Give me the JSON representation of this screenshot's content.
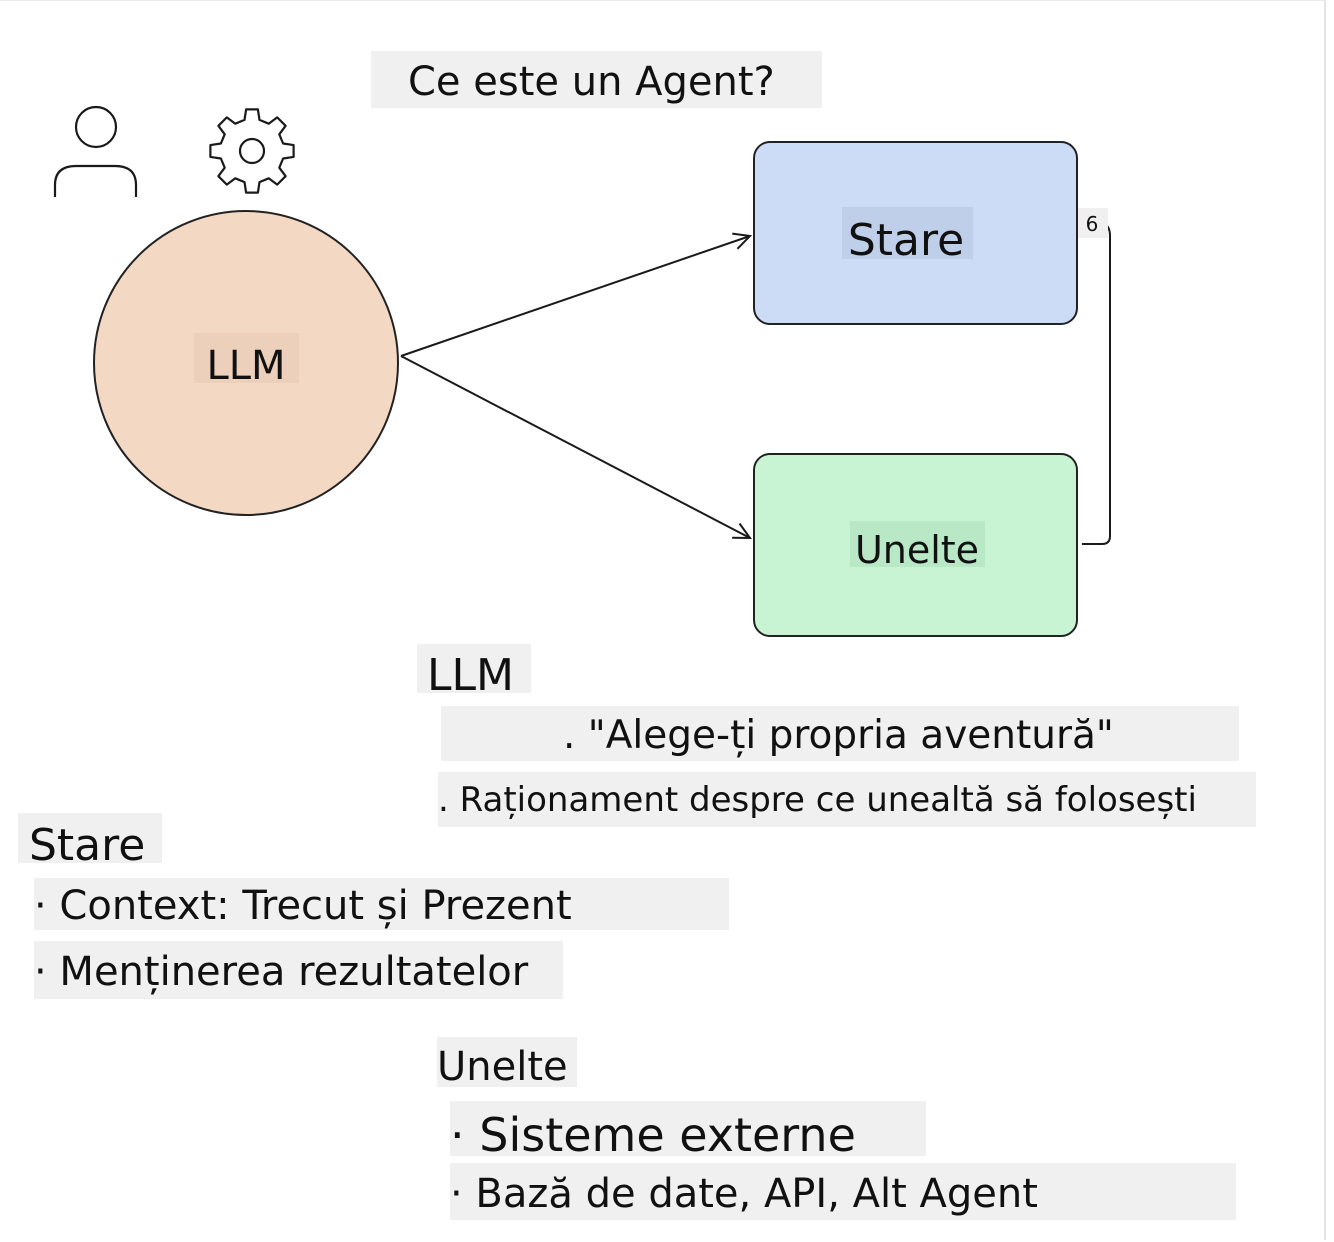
{
  "title": "Ce este un Agent?",
  "nodes": {
    "llm": {
      "label": "LLM",
      "color": "#f3d8c4"
    },
    "stare": {
      "label": "Stare",
      "color": "#ccdcf7"
    },
    "unelte": {
      "label": "Unelte",
      "color": "#c8f4d3"
    }
  },
  "loop_label": "6",
  "icons": [
    "user-icon",
    "gear-icon"
  ],
  "sections": {
    "llm": {
      "heading": "LLM",
      "items": [
        ". \"Alege-ți propria aventură\"",
        ". Raționament despre ce unealtă să folosești"
      ]
    },
    "stare": {
      "heading": "Stare",
      "items": [
        "· Context: Trecut și Prezent",
        "· Menținerea rezultatelor"
      ]
    },
    "unelte": {
      "heading": "Unelte",
      "items": [
        "· Sisteme externe",
        "· Bază de date, API, Alt Agent"
      ]
    }
  }
}
